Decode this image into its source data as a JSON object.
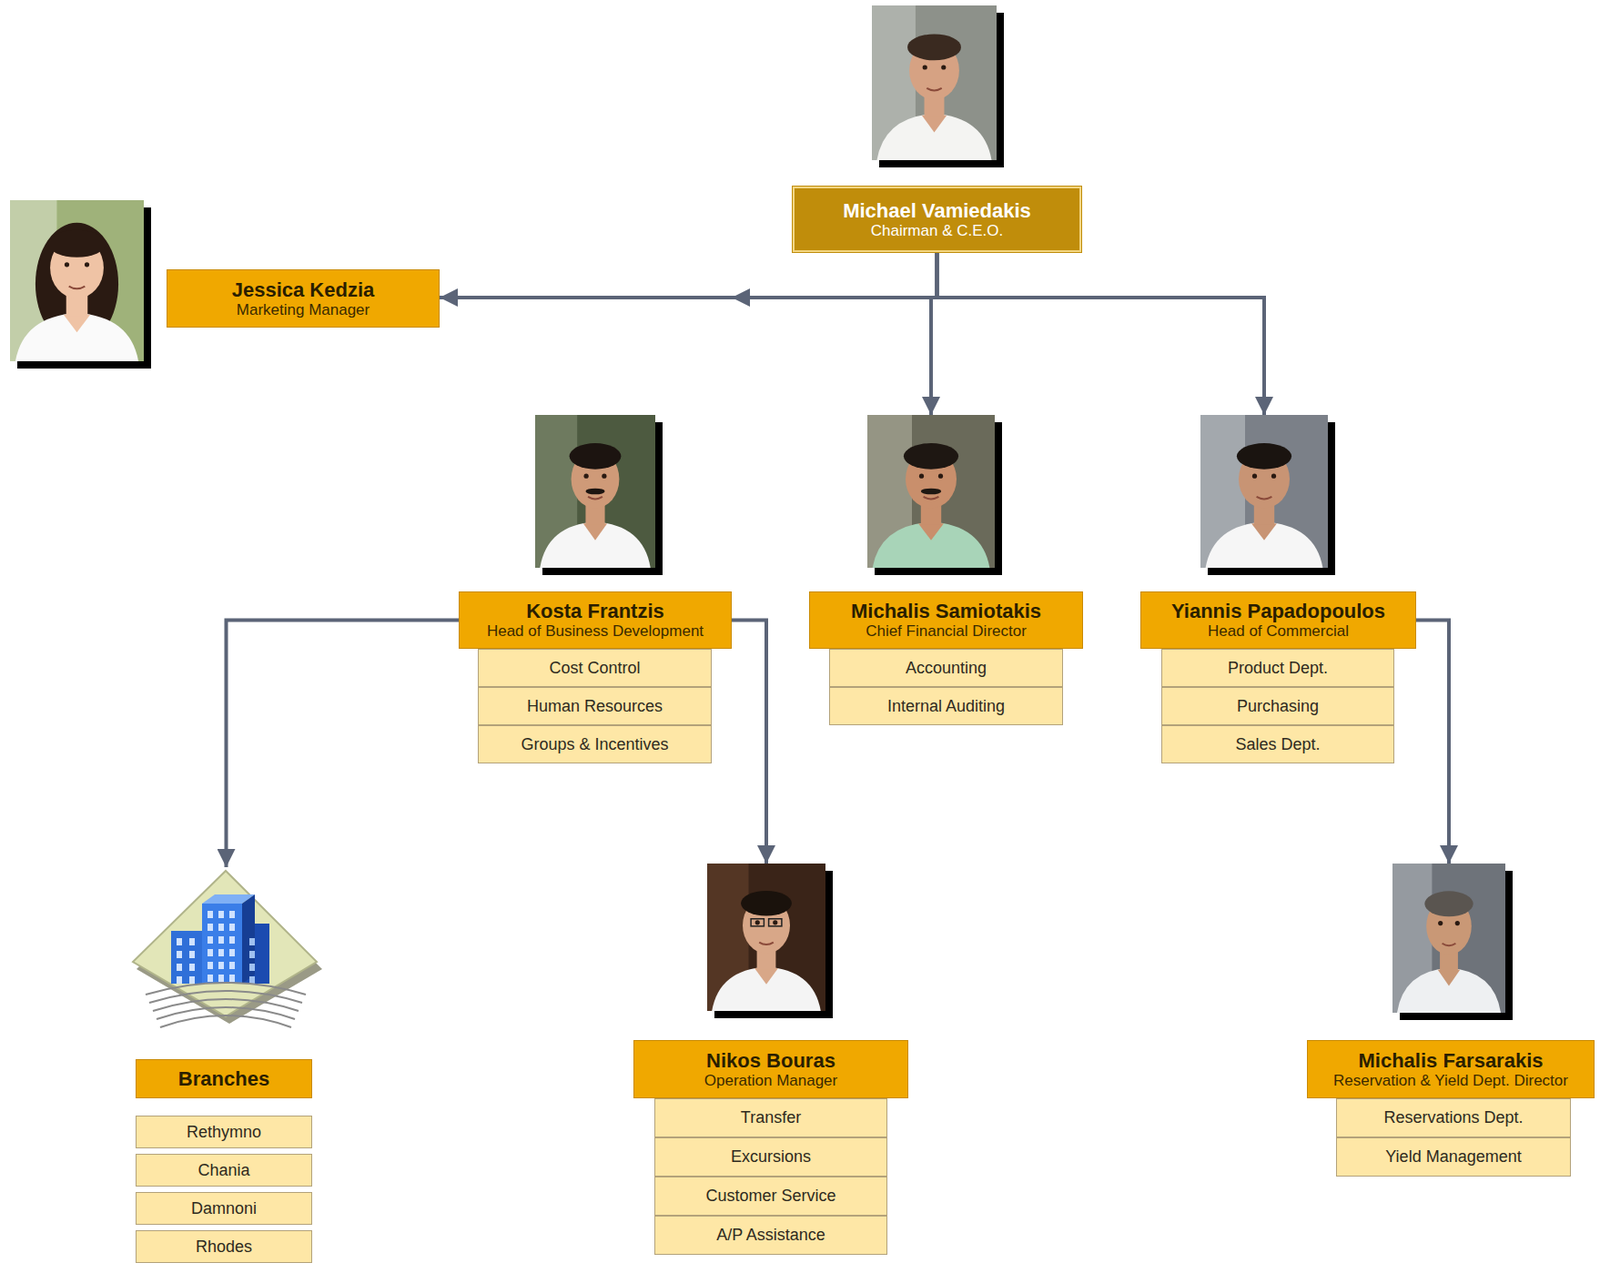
{
  "diagram": {
    "nodes": [
      {
        "text": [
          "Michael Vamiedakis",
          "Chairman & C.E.O."
        ]
      },
      {
        "text": [
          "Jessica Kedzia",
          "Marketing Manager"
        ]
      },
      {
        "text": [
          "Kosta Frantzis",
          "Head of Business Development"
        ]
      },
      {
        "text": [
          "Cost Control"
        ]
      },
      {
        "text": [
          "Human Resources"
        ]
      },
      {
        "text": [
          "Groups & Incentives"
        ]
      },
      {
        "text": [
          "Michalis Samiotakis",
          "Chief Financial Director"
        ]
      },
      {
        "text": [
          "Accounting"
        ]
      },
      {
        "text": [
          "Internal Auditing"
        ]
      },
      {
        "text": [
          "Yiannis Papadopoulos",
          "Head of Commercial"
        ]
      },
      {
        "text": [
          "Product Dept."
        ]
      },
      {
        "text": [
          "Purchasing"
        ]
      },
      {
        "text": [
          "Sales Dept."
        ]
      },
      {
        "text": [
          "Branches"
        ]
      },
      {
        "text": [
          "Rethymno"
        ]
      },
      {
        "text": [
          "Chania"
        ]
      },
      {
        "text": [
          "Damnoni"
        ]
      },
      {
        "text": [
          "Rhodes"
        ]
      },
      {
        "text": [
          "Nikos Bouras",
          "Operation Manager"
        ]
      },
      {
        "text": [
          "Transfer"
        ]
      },
      {
        "text": [
          "Excursions"
        ]
      },
      {
        "text": [
          "Customer Service"
        ]
      },
      {
        "text": [
          "A/P Assistance"
        ]
      },
      {
        "text": [
          "Michalis Farsarakis",
          "Reservation & Yield Dept. Director"
        ]
      },
      {
        "text": [
          "Reservations Dept."
        ]
      },
      {
        "text": [
          "Yield Management"
        ]
      }
    ],
    "edges": [
      {
        "from": 0,
        "to": 1,
        "arrow": "to"
      },
      {
        "from": 0,
        "to": 2,
        "arrow": "to"
      },
      {
        "from": 0,
        "to": 6,
        "arrow": "to"
      },
      {
        "from": 0,
        "to": 9,
        "arrow": "to"
      },
      {
        "from": 2,
        "to": 13,
        "arrow": "to"
      },
      {
        "from": 2,
        "to": 18,
        "arrow": "to"
      },
      {
        "from": 9,
        "to": 23,
        "arrow": "to"
      }
    ]
  }
}
